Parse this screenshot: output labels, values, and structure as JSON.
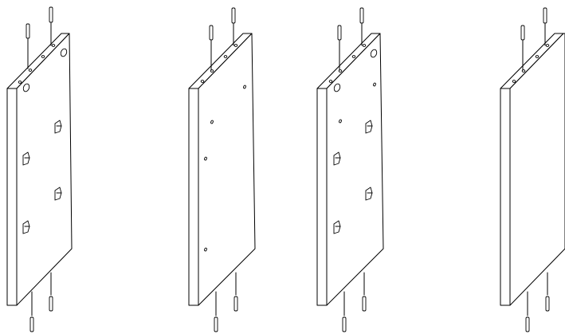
{
  "diagram": {
    "panels": [
      {
        "variant": "with-clips-and-large-holes"
      },
      {
        "variant": "plain-with-small-holes"
      },
      {
        "variant": "with-clips-and-large-holes"
      },
      {
        "variant": "plain"
      }
    ],
    "line_color": "#000000",
    "background_color": "#ffffff"
  }
}
